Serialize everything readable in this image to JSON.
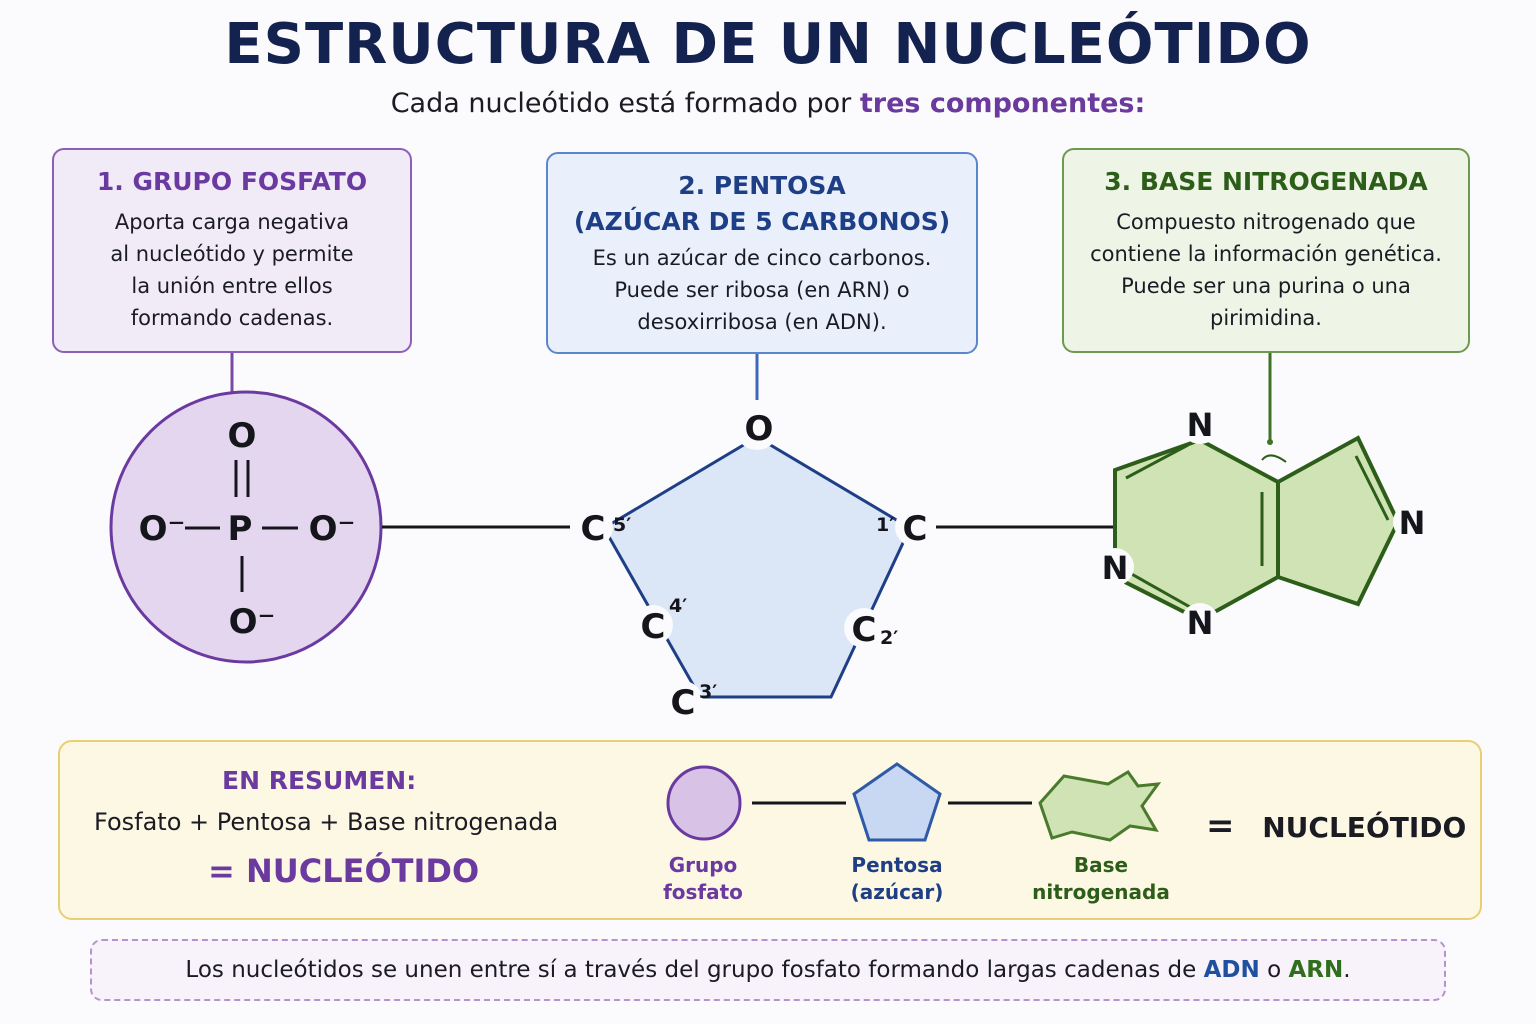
{
  "title": "ESTRUCTURA DE UN NUCLEÓTIDO",
  "subtitle": {
    "prefix": "Cada nucleótido está formado por",
    "highlight": "tres componentes:"
  },
  "boxes": {
    "phosphate": {
      "heading": "1. GRUPO FOSFATO",
      "lines": [
        "Aporta carga negativa",
        "al nucleótido y permite",
        "la unión entre ellos",
        "formando cadenas."
      ]
    },
    "sugar": {
      "heading_lines": [
        "2. PENTOSA",
        "(AZÚCAR DE 5 CARBONOS)"
      ],
      "lines": [
        "Es un azúcar de cinco carbonos.",
        "Puede ser ribosa (en ARN) o",
        "desoxirribosa (en ADN)."
      ]
    },
    "base": {
      "heading": "3. BASE NITROGENADA",
      "lines": [
        "Compuesto nitrogenado que",
        "contiene la información genética.",
        "Puede ser una purina o una",
        "pirimidina."
      ]
    }
  },
  "phosphate_group": {
    "top_o": "O",
    "left_o": "O⁻",
    "center": "P",
    "right_o": "O⁻",
    "bottom_o": "O⁻"
  },
  "sugar_ring": {
    "ring_o": "O",
    "carbon": "C",
    "c5": "5′",
    "c4": "4′",
    "c3": "3′",
    "c2": "2′",
    "c1": "1′"
  },
  "base_ring": {
    "n_top": "N",
    "n_left": "N",
    "n_bottom": "N",
    "n_right": "N"
  },
  "summary": {
    "heading": "EN RESUMEN:",
    "equation": "Fosfato + Pentosa + Base nitrogenada",
    "result": "= NUCLEÓTIDO",
    "labels": {
      "phosphate": [
        "Grupo",
        "fosfato"
      ],
      "sugar": [
        "Pentosa",
        "(azúcar)"
      ],
      "base": [
        "Base",
        "nitrogenada"
      ]
    },
    "equals": "=",
    "right_result": "NUCLEÓTIDO"
  },
  "footer": {
    "prefix": "Los nucleótidos se unen entre sí a través del grupo fosfato formando largas cadenas de",
    "adn": "ADN",
    "middle": "o",
    "arn": "ARN",
    "suffix": "."
  },
  "colors": {
    "title": "#14224f",
    "phosphate": "#6b3aa0",
    "phosphate_fill": "#e4d6ee",
    "sugar": "#1e3f86",
    "sugar_fill": "#dbe6f7",
    "base": "#2d5e19",
    "base_fill": "#cfe3b4",
    "summary_bg": "#fdf8e3"
  },
  "icons": [
    "phosphate-circle-icon",
    "pentagon-icon",
    "base-shape-icon"
  ]
}
